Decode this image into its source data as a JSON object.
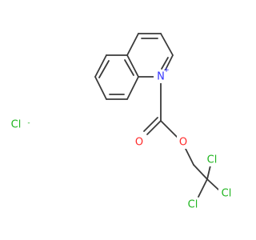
{
  "colors": {
    "bond": "#3a3a3a",
    "nitrogen": "#3333ff",
    "oxygen": "#ff2a2a",
    "chlorine": "#1fb51f"
  },
  "labels": {
    "n_plus": "N",
    "n_charge": "+",
    "carbonyl_o": "O",
    "ester_o": "O",
    "cl_top": "Cl",
    "cl_right": "Cl",
    "cl_bottom": "Cl",
    "chloride": "Cl",
    "chloride_charge": "-"
  }
}
